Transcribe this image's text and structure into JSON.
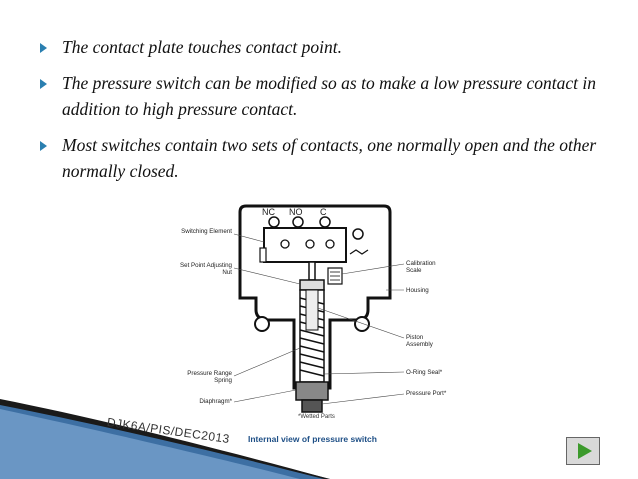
{
  "bullets": [
    {
      "text": "The contact plate touches contact point."
    },
    {
      "text": "The pressure switch can be modified so as to make a low pressure contact in addition to high pressure contact."
    },
    {
      "text": "Most switches contain two sets of contacts, one normally open and the other normally closed."
    }
  ],
  "diagram": {
    "terminals": [
      "NC",
      "NO",
      "C"
    ],
    "left_labels": [
      "Switching Element",
      "Set Point Adjusting Nut",
      "Pressure Range Spring",
      "Diaphragm*"
    ],
    "right_labels": [
      "Calibration Scale",
      "Housing",
      "Piston Assembly",
      "O-Ring Seal*",
      "Pressure Port*"
    ],
    "wetted_note": "*Wetted Parts",
    "caption": "Internal view of pressure switch"
  },
  "footer": {
    "code": "DJK6A/PIS/DEC2013"
  },
  "nav": {
    "next_icon": "play-arrow-icon"
  },
  "colors": {
    "bullet_marker": "#2a7fb0",
    "caption": "#1e4f86",
    "next_arrow": "#3c9a2c",
    "swoosh_dark": "#1a1a1a",
    "swoosh_blue": "#3d6fa3"
  }
}
